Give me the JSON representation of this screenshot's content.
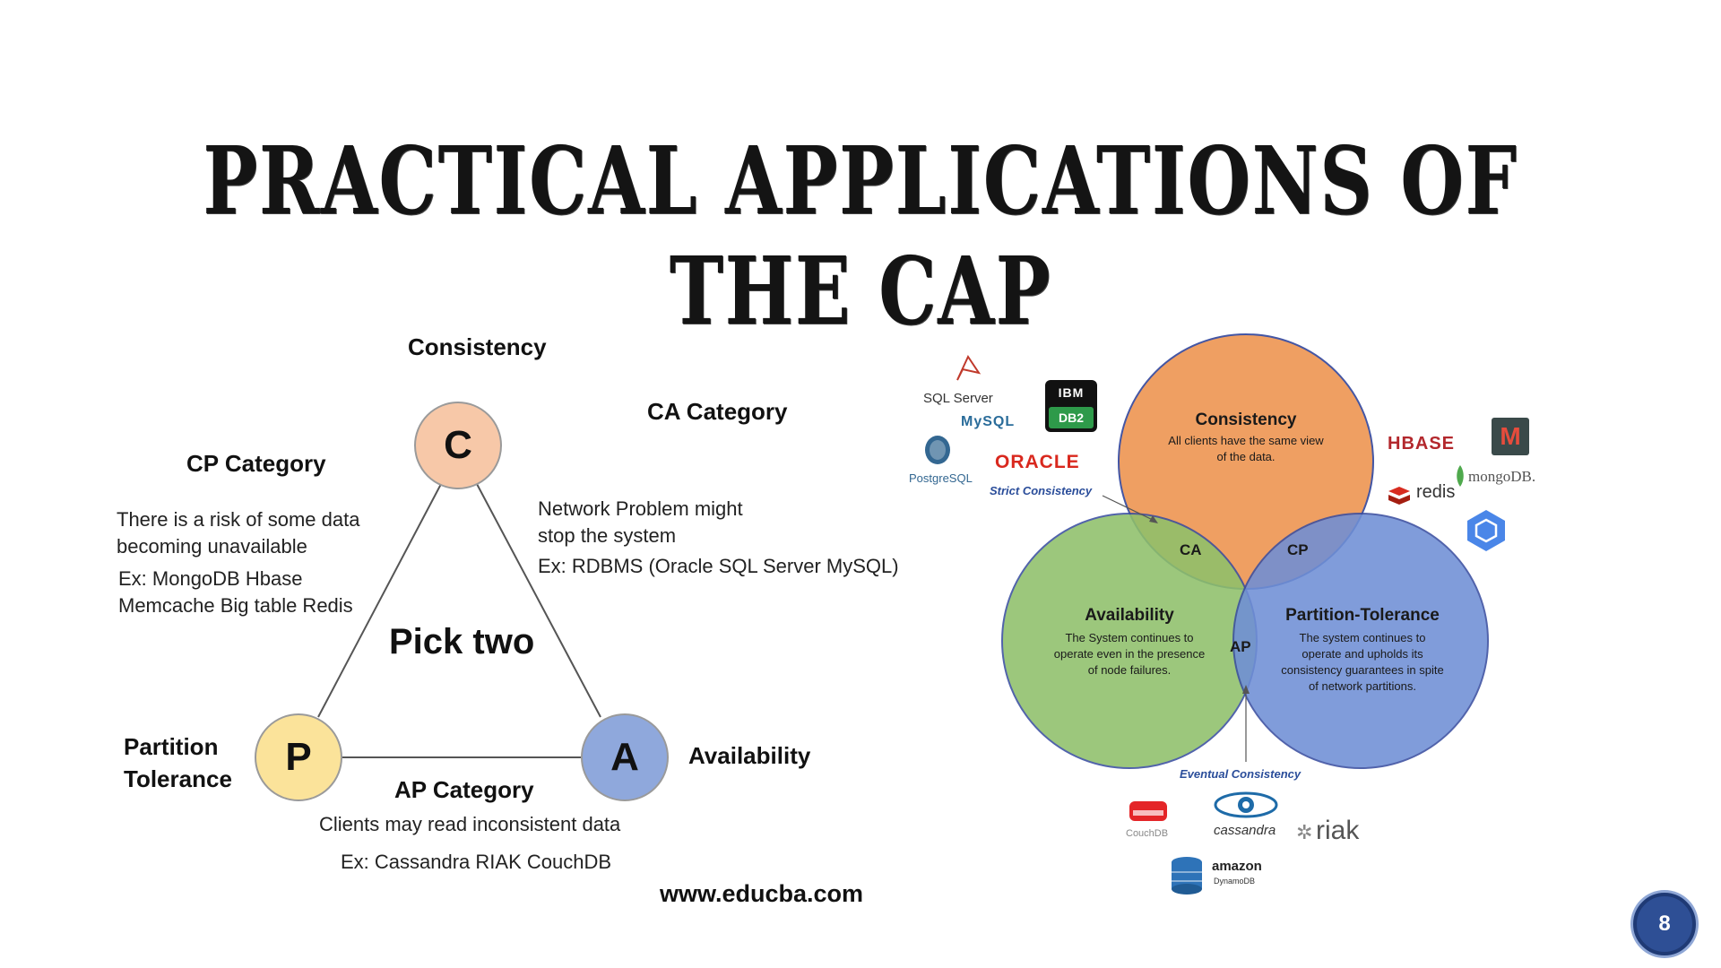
{
  "title": "PRACTICAL APPLICATIONS OF THE CAP",
  "triangle": {
    "consistency_label": "Consistency",
    "c": "C",
    "p": "P",
    "a": "A",
    "center": "Pick two",
    "partition_label_1": "Partition",
    "partition_label_2": "Tolerance",
    "availability_label": "Availability",
    "cp_category": "CP Category",
    "cp_text_1": "There is a risk of some data",
    "cp_text_2": "becoming unavailable",
    "cp_ex_1": "Ex: MongoDB Hbase",
    "cp_ex_2": "Memcache Big table Redis",
    "ca_category": "CA Category",
    "ca_text_1": "Network Problem might",
    "ca_text_2": "stop the system",
    "ca_ex": "Ex: RDBMS (Oracle SQL Server MySQL)",
    "ap_category": "AP Category",
    "ap_text": "Clients may read inconsistent  data",
    "ap_ex": "Ex: Cassandra RIAK CouchDB"
  },
  "website": "www.educba.com",
  "venn": {
    "consistency_title": "Consistency",
    "consistency_desc_1": "All clients have the same view",
    "consistency_desc_2": "of the data.",
    "availability_title": "Availability",
    "availability_desc_1": "The System continues to",
    "availability_desc_2": "operate even in the presence",
    "availability_desc_3": "of node failures.",
    "partition_title": "Partition-Tolerance",
    "partition_desc_1": "The system continues to",
    "partition_desc_2": "operate and upholds its",
    "partition_desc_3": "consistency guarantees in spite",
    "partition_desc_4": "of network partitions.",
    "ca": "CA",
    "cp": "CP",
    "ap": "AP",
    "strict": "Strict Consistency",
    "eventual": "Eventual Consistency",
    "colors": {
      "consistency": "#ef9a5a",
      "availability": "#8fc06a",
      "partition": "#6f8fd6"
    }
  },
  "logos": {
    "sqlserver": "SQL Server",
    "mysql": "MySQL",
    "ibm": "IBM",
    "db2": "DB2",
    "oracle": "ORACLE",
    "postgresql": "PostgreSQL",
    "hbase": "HBASE",
    "redis": "redis",
    "mongodb": "mongoDB.",
    "couchdb": "CouchDB",
    "cassandra": "cassandra",
    "riak": "riak",
    "amazon": "amazon",
    "dynamodb": "DynamoDB"
  },
  "page_number": "8"
}
